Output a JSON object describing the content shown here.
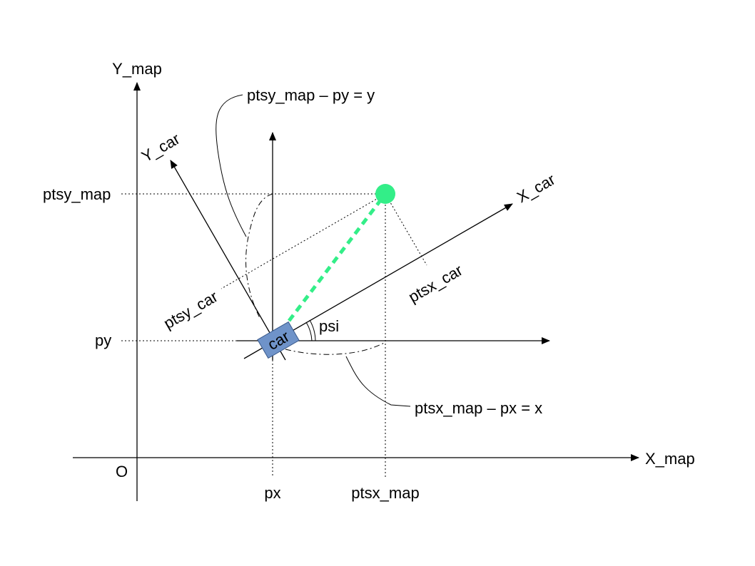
{
  "labels": {
    "y_map": "Y_map",
    "x_map": "X_map",
    "origin": "O",
    "y_car": "Y_car",
    "x_car": "X_car",
    "ptsy_map": "ptsy_map",
    "py": "py",
    "px": "px",
    "ptsx_map": "ptsx_map",
    "ptsy_car": "ptsy_car",
    "ptsx_car": "ptsx_car",
    "psi": "psi",
    "car": "car",
    "eq_y": "ptsy_map – py = y",
    "eq_x": "ptsx_map – px = x"
  },
  "colors": {
    "point": "#33ee88",
    "car_fill": "#6f93c9",
    "car_stroke": "#3a5a8c",
    "link": "#33ee88"
  }
}
